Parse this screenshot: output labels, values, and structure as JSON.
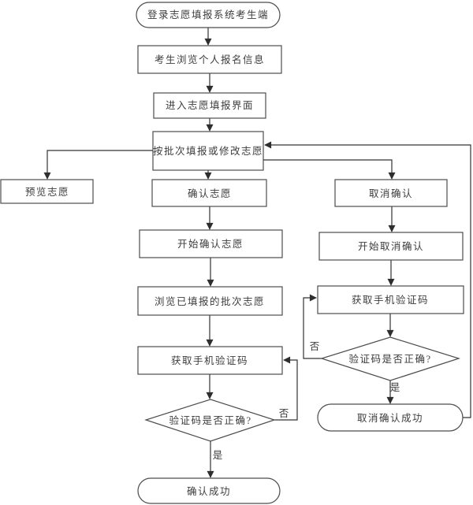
{
  "diagram": {
    "background_color": "#ffffff",
    "line_color": "#333333",
    "border_color": "#4c4c4c",
    "text_color": "#3c3c3c",
    "nodes": {
      "login": {
        "type": "terminator",
        "label": "登录志愿填报系统考生端"
      },
      "browse_info": {
        "type": "process",
        "label": "考生浏览个人报名信息"
      },
      "enter_page": {
        "type": "process",
        "label": "进入志愿填报界面"
      },
      "fill_by_batch": {
        "type": "process",
        "label": "按批次填报或修改志愿"
      },
      "preview": {
        "type": "process",
        "label": "预览志愿"
      },
      "confirm": {
        "type": "process",
        "label": "确认志愿"
      },
      "cancel_confirm": {
        "type": "process",
        "label": "取消确认"
      },
      "start_confirm": {
        "type": "process",
        "label": "开始确认志愿"
      },
      "start_cancel": {
        "type": "process",
        "label": "开始取消确认"
      },
      "browse_filled": {
        "type": "process",
        "label": "浏览已填报的批次志愿"
      },
      "get_code_cancel": {
        "type": "process",
        "label": "获取手机验证码"
      },
      "get_code_main": {
        "type": "process",
        "label": "获取手机验证码"
      },
      "check_code_cancel": {
        "type": "decision",
        "label": "验证码是否正确?"
      },
      "check_code_main": {
        "type": "decision",
        "label": "验证码是否正确?"
      },
      "cancel_success": {
        "type": "terminator",
        "label": "取消确认成功"
      },
      "confirm_success": {
        "type": "terminator",
        "label": "确认成功"
      }
    },
    "edge_labels": {
      "yes_main": "是",
      "no_main": "否",
      "yes_cancel": "是",
      "no_cancel": "否"
    }
  }
}
